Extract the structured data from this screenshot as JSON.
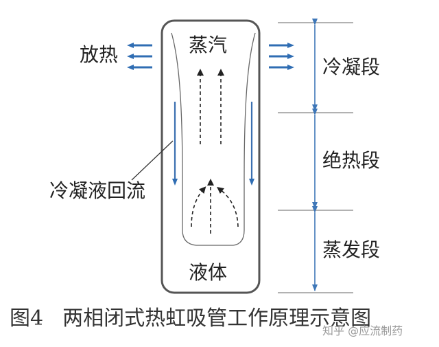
{
  "labels": {
    "vapor": "蒸汽",
    "liquid": "液体",
    "heat_release": "放热",
    "condensate_return": "冷凝液回流",
    "condensation_section": "冷凝段",
    "adiabatic_section": "绝热段",
    "evaporation_section": "蒸发段"
  },
  "caption": {
    "figure_number": "图4",
    "title": "两相闭式热虹吸管工作原理示意图"
  },
  "watermark": "知乎 @应流制药",
  "colors": {
    "heat_arrow": "#2f6db3",
    "liquid_arrow": "#3a6fb0",
    "dimension_line": "#3e77b8",
    "tube_outline": "#555555",
    "vapor_arrow": "#222222"
  }
}
